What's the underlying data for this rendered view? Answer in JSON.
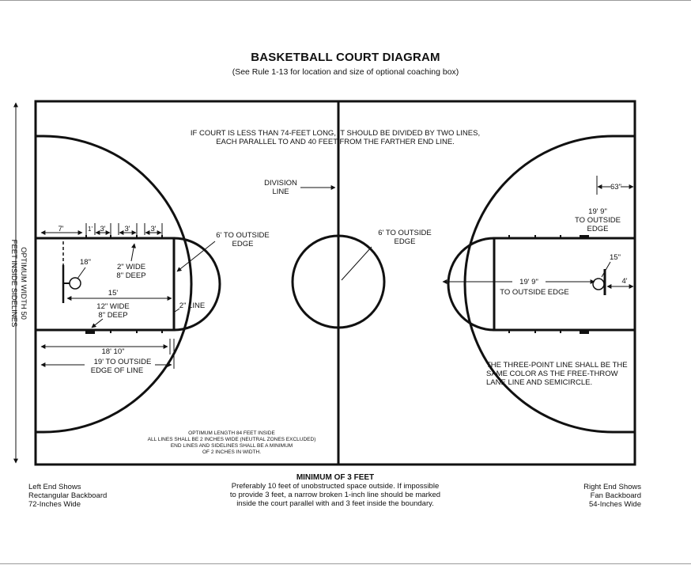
{
  "header": {
    "title": "BASKETBALL COURT DIAGRAM",
    "subtitle": "(See Rule 1-13 for location and size of optional coaching box)"
  },
  "court": {
    "notice_line1": "IF COURT IS LESS THAN 74-FEET LONG, IT SHOULD BE DIVIDED BY TWO LINES,",
    "notice_line2": "EACH PARALLEL TO AND 40 FEET FROM THE FARTHER END LINE.",
    "division_line1": "DIVISION",
    "division_line2": "LINE",
    "side_label1": "OPTIMUM WIDTH 50",
    "side_label2": "FEET INSIDE SIDELINES",
    "left": {
      "dim_7": "7'",
      "dim_1": "1'",
      "dim_3a": "3'",
      "dim_3b": "3'",
      "dim_3c": "3'",
      "dim_18in": "18\"",
      "wide_top1": "2\" WIDE",
      "wide_top2": "8\" DEEP",
      "dim_15": "15'",
      "wide_bot1": "12\" WIDE",
      "wide_bot2": "8\" DEEP",
      "line_2in": "2\" LINE",
      "outside_edge1": "6' TO OUTSIDE",
      "outside_edge2": "EDGE",
      "dim_18_10": "18' 10\"",
      "dim_19_9_1": "19' TO OUTSIDE",
      "dim_19_9_2": "EDGE OF LINE"
    },
    "center": {
      "outside_edge1": "6' TO OUTSIDE",
      "outside_edge2": "EDGE"
    },
    "right": {
      "dim_63": "63\"",
      "dim_19_9_top1": "19' 9\"",
      "dim_19_9_top2": "TO OUTSIDE",
      "dim_19_9_top3": "EDGE",
      "dim_15in": "15\"",
      "dim_4": "4'",
      "dim_19_9_mid1": "19' 9\"",
      "dim_19_9_mid2": "TO OUTSIDE EDGE",
      "three_pt1": "THE THREE-POINT LINE SHALL BE THE",
      "three_pt2": "SAME COLOR AS THE FREE-THROW",
      "three_pt3": "LANE LINE AND SEMICIRCLE."
    },
    "bottom_note1": "OPTIMUM LENGTH 84 FEET INSIDE",
    "bottom_note2": "ALL LINES SHALL BE 2 INCHES WIDE (NEUTRAL ZONES EXCLUDED)",
    "bottom_note3": "END LINES AND SIDELINES SHALL BE A MINIMUM",
    "bottom_note4": "OF 2 INCHES IN WIDTH."
  },
  "footer": {
    "min_title": "MINIMUM OF 3 FEET",
    "min_line1": "Preferably 10 feet of unobstructed space outside. If impossible",
    "min_line2": "to provide 3 feet, a narrow broken 1-inch line should be marked",
    "min_line3": "inside the court parallel with and 3 feet inside the boundary.",
    "left1": "Left End Shows",
    "left2": "Rectangular Backboard",
    "left3": "72-Inches Wide",
    "right1": "Right End Shows",
    "right2": "Fan Backboard",
    "right3": "54-Inches Wide"
  }
}
